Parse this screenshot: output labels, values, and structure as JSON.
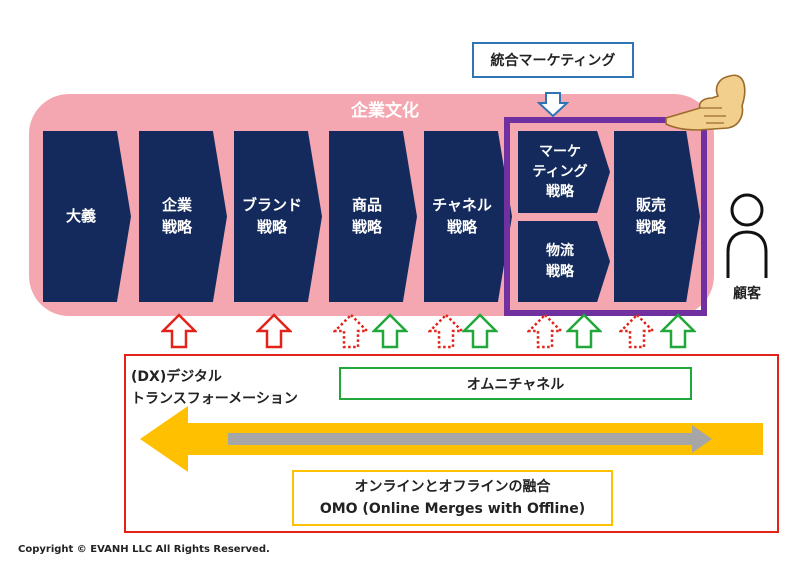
{
  "culture": {
    "title": "企業文化"
  },
  "strategies": [
    {
      "id": "taigi",
      "label": "大義"
    },
    {
      "id": "corporate",
      "label": "企業\n戦略"
    },
    {
      "id": "brand",
      "label": "ブランド\n戦略"
    },
    {
      "id": "product",
      "label": "商品\n戦略"
    },
    {
      "id": "channel",
      "label": "チャネル\n戦略"
    },
    {
      "id": "marketing",
      "label": "マーケ\nティング\n戦略"
    },
    {
      "id": "logistics",
      "label": "物流\n戦略"
    },
    {
      "id": "sales",
      "label": "販売\n戦略"
    }
  ],
  "integrated_marketing": {
    "label": "統合マーケティング"
  },
  "customer": {
    "label": "顧客"
  },
  "dx": {
    "label": "(DX)デジタル\nトランスフォーメーション"
  },
  "omnichannel": {
    "label": "オムニチャネル"
  },
  "omo": {
    "line1": "オンラインとオフラインの融合",
    "line2": "OMO (Online Merges with Offline)"
  },
  "copyright": "Copyright © EVANH LLC All Rights Reserved.",
  "colors": {
    "culture_bg": "#f4a7b0",
    "chevron": "#142a5c",
    "purple_frame": "#7030a0",
    "dx_border": "#e2231a",
    "omni_border": "#22a73a",
    "omo_border": "#ffc000",
    "im_border": "#2e75b6",
    "gray_arrow": "#a6a6a6",
    "yellow_arrow": "#ffc000"
  }
}
